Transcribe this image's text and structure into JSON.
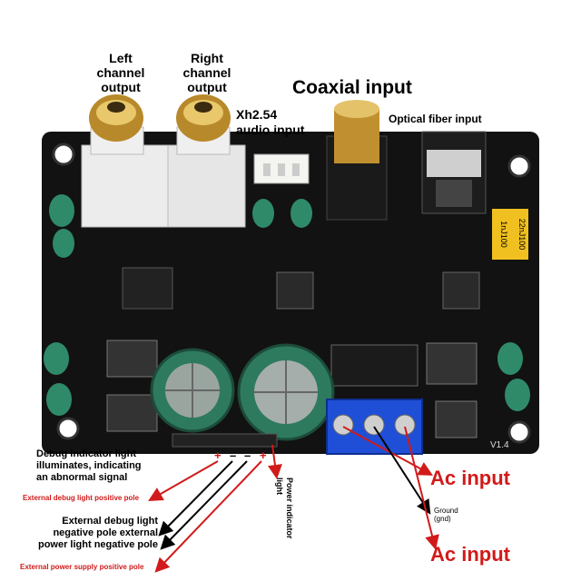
{
  "labels": {
    "left_output": "Left\nchannel\noutput",
    "right_output": "Right\nchannel\noutput",
    "xh_input": "Xh2.54\naudio input",
    "coaxial_input": "Coaxial input",
    "optical_input": "Optical fiber input",
    "debug_light": "Debug indicator light\nilluminates, indicating\nan abnormal signal",
    "ext_debug_pos": "External debug light positive pole",
    "ext_debug_neg": "External debug light\nnegative pole external\npower light negative pole",
    "ext_power_pos": "External power supply positive pole",
    "power_indicator": "Power indicator\nlight",
    "ac_input_top": "Ac input",
    "ground": "Ground\n(gnd)",
    "ac_input_bottom": "Ac input"
  },
  "board": {
    "version_mark": "V1.4",
    "cap_label_1": "22nJ100",
    "cap_label_2": "1nJ100",
    "pin_marks": [
      "+",
      "–",
      "–",
      "+"
    ]
  },
  "colors": {
    "pcb": "#111111",
    "gold_connector": "#b8892a",
    "terminal_blue": "#1f4fd6",
    "capacitor_yellow": "#f0c020",
    "arrow_red": "#d21a1a",
    "arrow_black": "#000000"
  }
}
